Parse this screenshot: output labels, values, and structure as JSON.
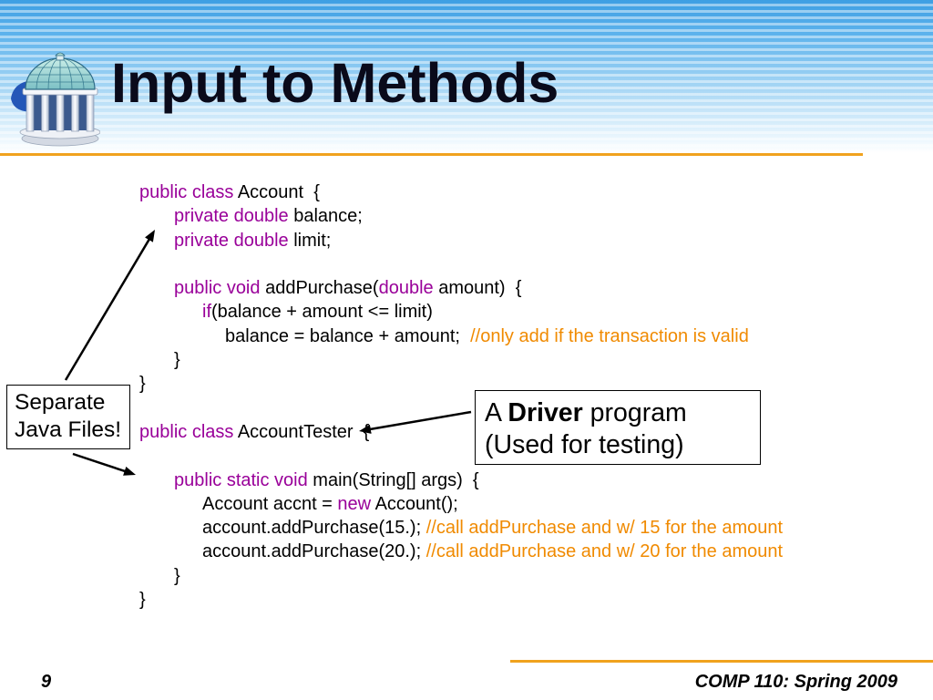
{
  "slide": {
    "title": "Input to Methods",
    "page_number": "9",
    "footer_text": "COMP 110: Spring 2009"
  },
  "logo": {
    "icon": "old-well-icon"
  },
  "colors": {
    "keyword": "#990099",
    "comment": "#f08a00",
    "text": "#000000",
    "divider": "#f0a21e",
    "header_blue": "#3e9fe3"
  },
  "code": {
    "lines": [
      {
        "segments": [
          {
            "keyword": "public class"
          },
          {
            "text": " Account  {"
          }
        ]
      },
      {
        "segments": [
          {
            "keyword": "private double"
          },
          {
            "text": " balance;"
          }
        ]
      },
      {
        "segments": [
          {
            "keyword": "private double"
          },
          {
            "text": " limit;"
          }
        ]
      },
      {
        "segments": [
          {
            "keyword": "public void"
          },
          {
            "text": " addPurchase("
          },
          {
            "keyword": "double"
          },
          {
            "text": " amount)  {"
          }
        ]
      },
      {
        "segments": [
          {
            "keyword": "if"
          },
          {
            "text": "(balance + amount <= limit)"
          }
        ]
      },
      {
        "segments": [
          {
            "text": "balance = balance + amount;  "
          },
          {
            "comment": "//only add if the transaction is valid"
          }
        ]
      },
      {
        "segments": [
          {
            "text": "}"
          }
        ]
      },
      {
        "segments": [
          {
            "text": "}"
          }
        ]
      },
      {
        "segments": [
          {
            "keyword": "public class"
          },
          {
            "text": " AccountTester  {"
          }
        ]
      },
      {
        "segments": [
          {
            "keyword": "public static void"
          },
          {
            "text": " main(String[] args)  {"
          }
        ]
      },
      {
        "segments": [
          {
            "text": "Account accnt = "
          },
          {
            "keyword": "new"
          },
          {
            "text": " Account();"
          }
        ]
      },
      {
        "segments": [
          {
            "text": "account.addPurchase(15.); "
          },
          {
            "comment": "//call addPurchase and w/ 15 for the amount"
          }
        ]
      },
      {
        "segments": [
          {
            "text": "account.addPurchase(20.); "
          },
          {
            "comment": "//call addPurchase and w/ 20 for the amount"
          }
        ]
      },
      {
        "segments": [
          {
            "text": "}"
          }
        ]
      },
      {
        "segments": [
          {
            "text": "}"
          }
        ]
      }
    ]
  },
  "callouts": {
    "separate_files": {
      "line1": "Separate",
      "line2": "Java Files!"
    },
    "driver": {
      "line1_prefix": "A ",
      "line1_bold": "Driver",
      "line1_suffix": " program",
      "line2": "(Used for testing)"
    }
  }
}
